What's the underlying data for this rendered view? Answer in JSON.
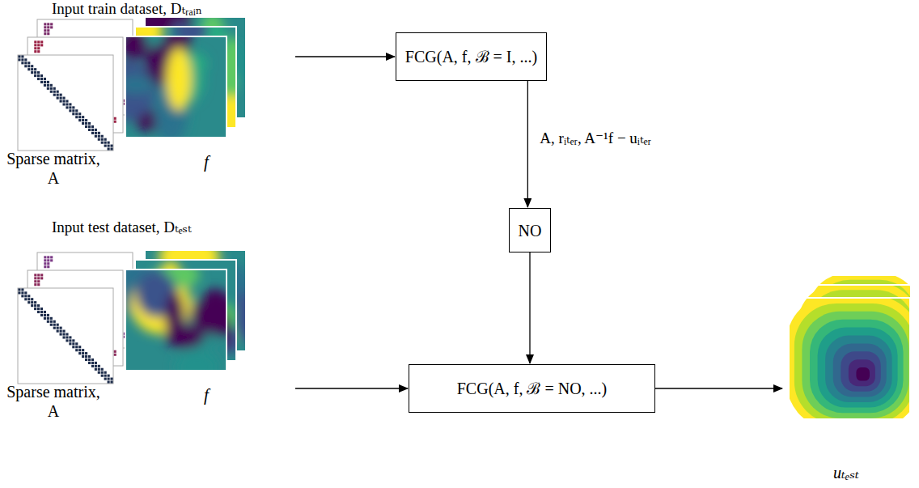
{
  "diagram": {
    "nodes": [
      {
        "text": [
          "Input train dataset, Dₜᵣₐᵢₙ",
          "Sparse matrix, A",
          "f"
        ]
      },
      {
        "text": [
          "FCG(A, f, ℬ = I, ...)"
        ]
      },
      {
        "text": [
          "NO"
        ]
      },
      {
        "text": [
          "Input test dataset, Dₜₑₛₜ",
          "Sparse matrix, A",
          "f"
        ]
      },
      {
        "text": [
          "FCG(A, f, ℬ = NO, ...)"
        ]
      },
      {
        "text": [
          "uₜₑₛₜ"
        ]
      }
    ],
    "edges": [
      {
        "from": 0,
        "to": 1,
        "arrow": "to"
      },
      {
        "from": 1,
        "to": 2,
        "label": "A, rᵢₜₑᵣ, A⁻¹f − uᵢₜₑᵣ",
        "arrow": "to"
      },
      {
        "from": 2,
        "to": 4,
        "arrow": "to"
      },
      {
        "from": 3,
        "to": 4,
        "arrow": "to"
      },
      {
        "from": 4,
        "to": 5,
        "arrow": "to"
      }
    ]
  }
}
